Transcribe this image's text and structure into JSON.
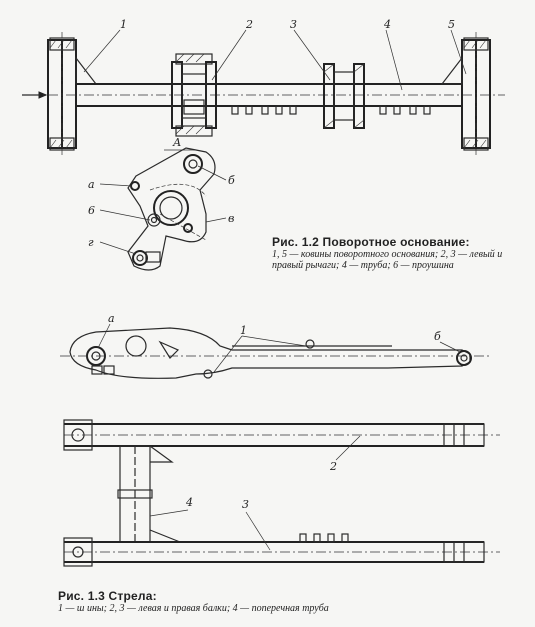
{
  "figure12": {
    "callouts": [
      "1",
      "2",
      "3",
      "4",
      "5"
    ],
    "detail_view_label": "А",
    "detail_labels": {
      "a": "а",
      "b": "б",
      "v": "в",
      "g": "г",
      "six": "6"
    },
    "caption_title": "Рис. 1.2   Поворотное основание:",
    "caption_text": "1, 5 — ковины поворотного основания; 2, 3 — левый и правый рычаги; 4 — труба; 6 — проушина"
  },
  "figure13": {
    "callouts": [
      "1",
      "2",
      "3",
      "4"
    ],
    "labels": {
      "a": "а",
      "b": "б"
    },
    "caption_title": "Рис. 1.3   Стрела:",
    "caption_text": "1 — ш          ины; 2, 3 — левая и правая балки; 4 — поперечная труба"
  }
}
